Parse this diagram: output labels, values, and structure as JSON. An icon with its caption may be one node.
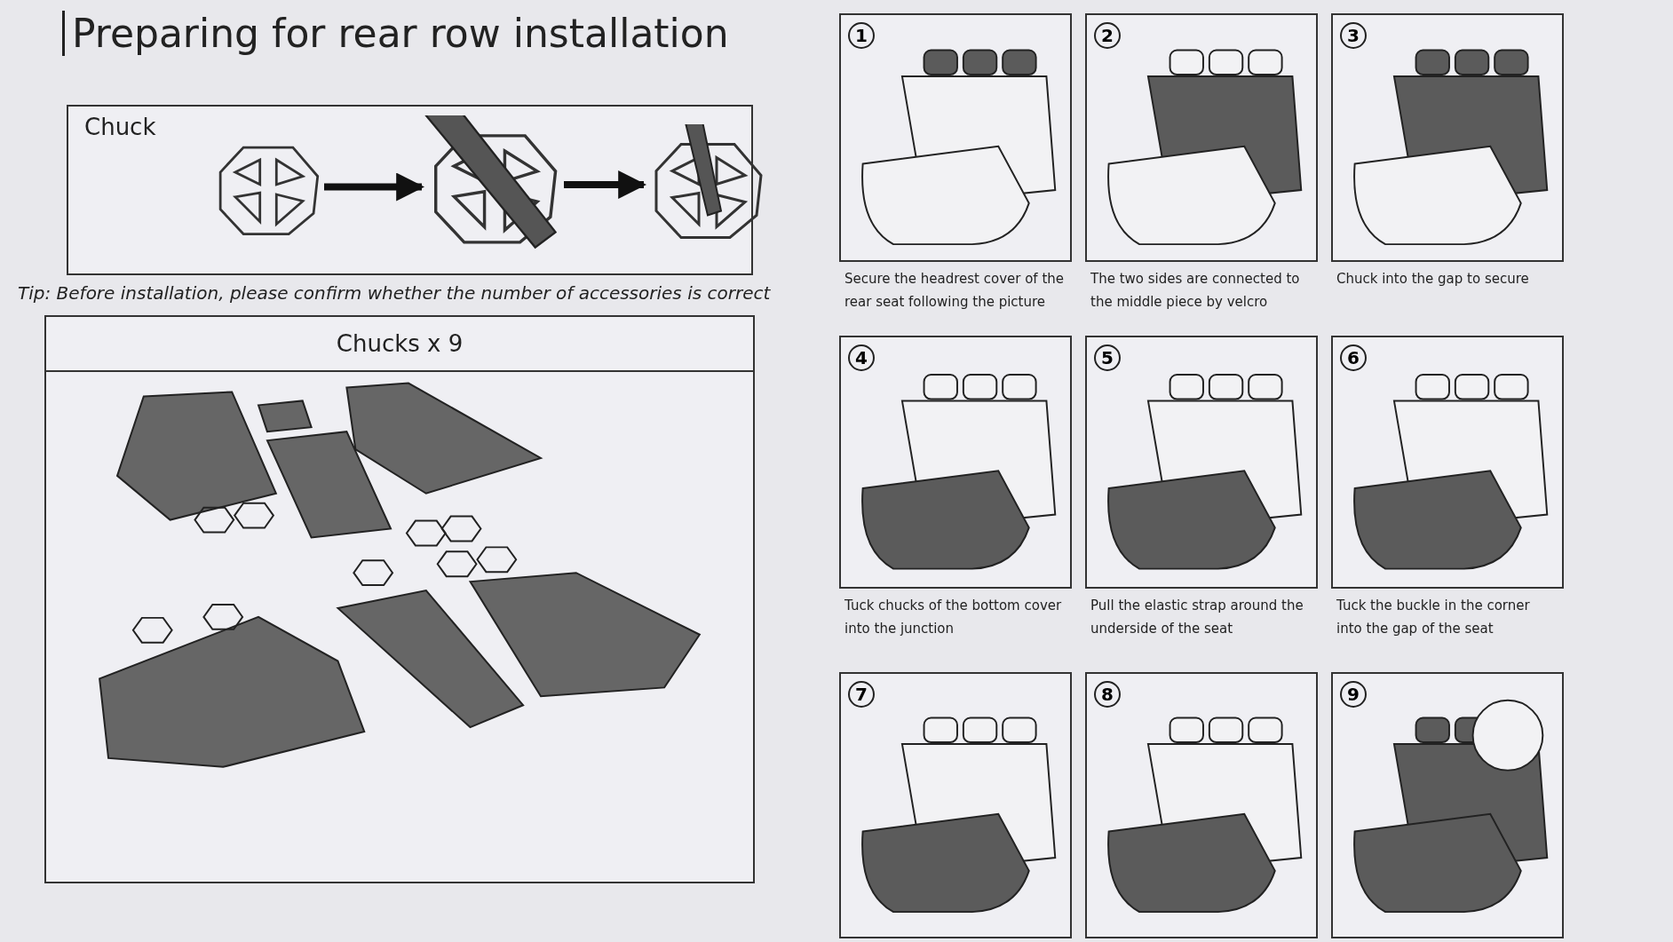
{
  "diagram": {
    "title": "Preparing for rear row installation",
    "nodes": [
      {
        "text": [
          "Chuck"
        ]
      },
      {
        "text": [],
        "shape": "picture",
        "in": 0
      },
      {
        "text": [],
        "shape": "picture",
        "in": 0
      },
      {
        "text": [],
        "shape": "picture",
        "in": 0
      },
      {
        "text": [
          "Chucks x 9"
        ]
      },
      {
        "text": [
          "1"
        ],
        "beside": [
          "Secure the headrest cover of the rear seat following the picture"
        ]
      },
      {
        "text": [
          "2"
        ],
        "beside": [
          "The two sides are connected to the middle piece by velcro"
        ]
      },
      {
        "text": [
          "3"
        ],
        "beside": [
          "Chuck into the gap to secure"
        ]
      },
      {
        "text": [
          "4"
        ],
        "beside": [
          "Tuck chucks of the bottom cover into the junction"
        ]
      },
      {
        "text": [
          "5"
        ],
        "beside": [
          "Pull the elastic strap around the underside of the seat"
        ]
      },
      {
        "text": [
          "6"
        ],
        "beside": [
          "Tuck the buckle in the corner into the gap of the seat"
        ]
      },
      {
        "text": [
          "7"
        ]
      },
      {
        "text": [
          "8"
        ]
      },
      {
        "text": [
          "9"
        ]
      }
    ],
    "edges": [
      {
        "from": 1,
        "to": 2,
        "arrow": "to"
      },
      {
        "from": 2,
        "to": 3,
        "arrow": "to"
      }
    ],
    "labels": [
      "Tip: Before installation, please confirm whether the number of accessories is correct"
    ]
  }
}
